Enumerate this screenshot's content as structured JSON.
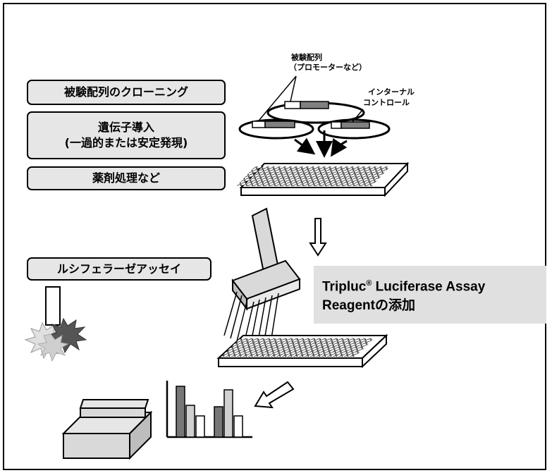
{
  "steps": [
    {
      "label": "被験配列のクローニング"
    },
    {
      "label": "遺伝子導入\n(一過的または安定発現)"
    },
    {
      "label": "薬剤処理など"
    },
    {
      "label": "ルシフェラーゼアッセイ"
    }
  ],
  "annotations": {
    "test_sequence": "被験配列",
    "test_sequence_example": "（プロモーターなど）",
    "internal_control_1": "インターナル",
    "internal_control_2": "コントロール"
  },
  "reagent": {
    "name": "Tripluc",
    "registered": "®",
    "line1_rest": " Luciferase Assay",
    "line2": "Reagentの添加"
  },
  "colors": {
    "box_fill": "#e6e6e6",
    "reagent_fill": "#e0e0e0",
    "insert_dark": "#808080",
    "bar_dark": "#777777",
    "bar_light": "#d0d0d0"
  }
}
